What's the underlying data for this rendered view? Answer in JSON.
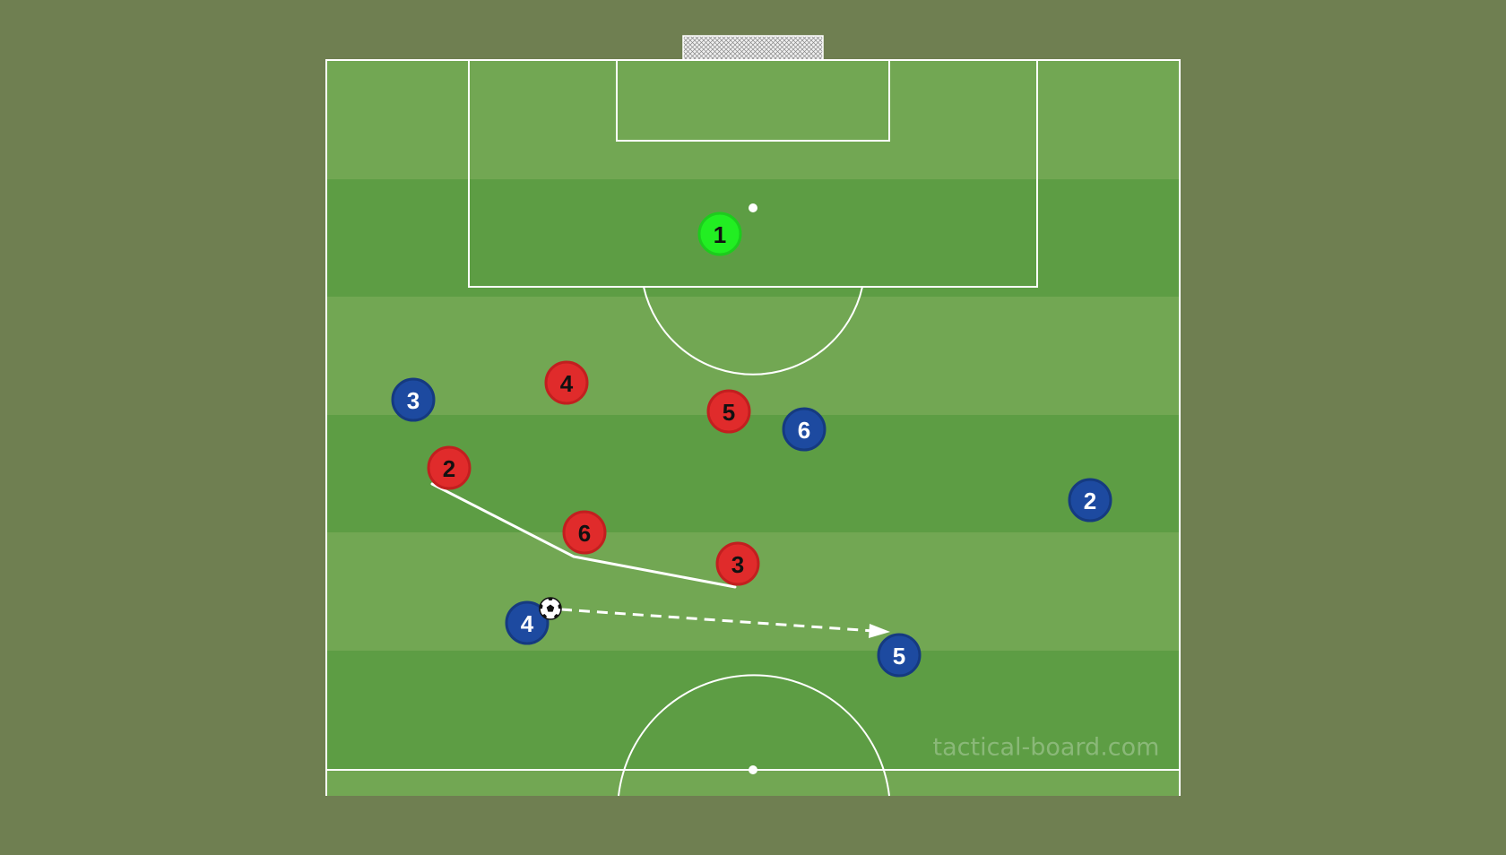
{
  "colors": {
    "background": "#6f7f51",
    "grass_light": "#72a753",
    "grass_dark": "#5d9d44",
    "line": "#ffffff",
    "team_red": "#e02b2b",
    "team_blue": "#1d4aa0",
    "goalkeeper": "#22ee22"
  },
  "watermark": "tactical-board.com",
  "goalkeeper": {
    "number": "1",
    "team": "goalkeeper"
  },
  "red_players": [
    "2",
    "3",
    "4",
    "5",
    "6"
  ],
  "blue_players": [
    "2",
    "3",
    "4",
    "5",
    "6"
  ],
  "ball": {
    "icon": "soccer-ball-icon",
    "carrier": "blue-4"
  },
  "arrows": [
    {
      "kind": "pass",
      "style": "dashed",
      "from": "blue-4",
      "to": "blue-5",
      "head": "arrow"
    },
    {
      "kind": "movement",
      "style": "solid",
      "from": "red-2",
      "to": "red-3",
      "head": "none"
    }
  ]
}
